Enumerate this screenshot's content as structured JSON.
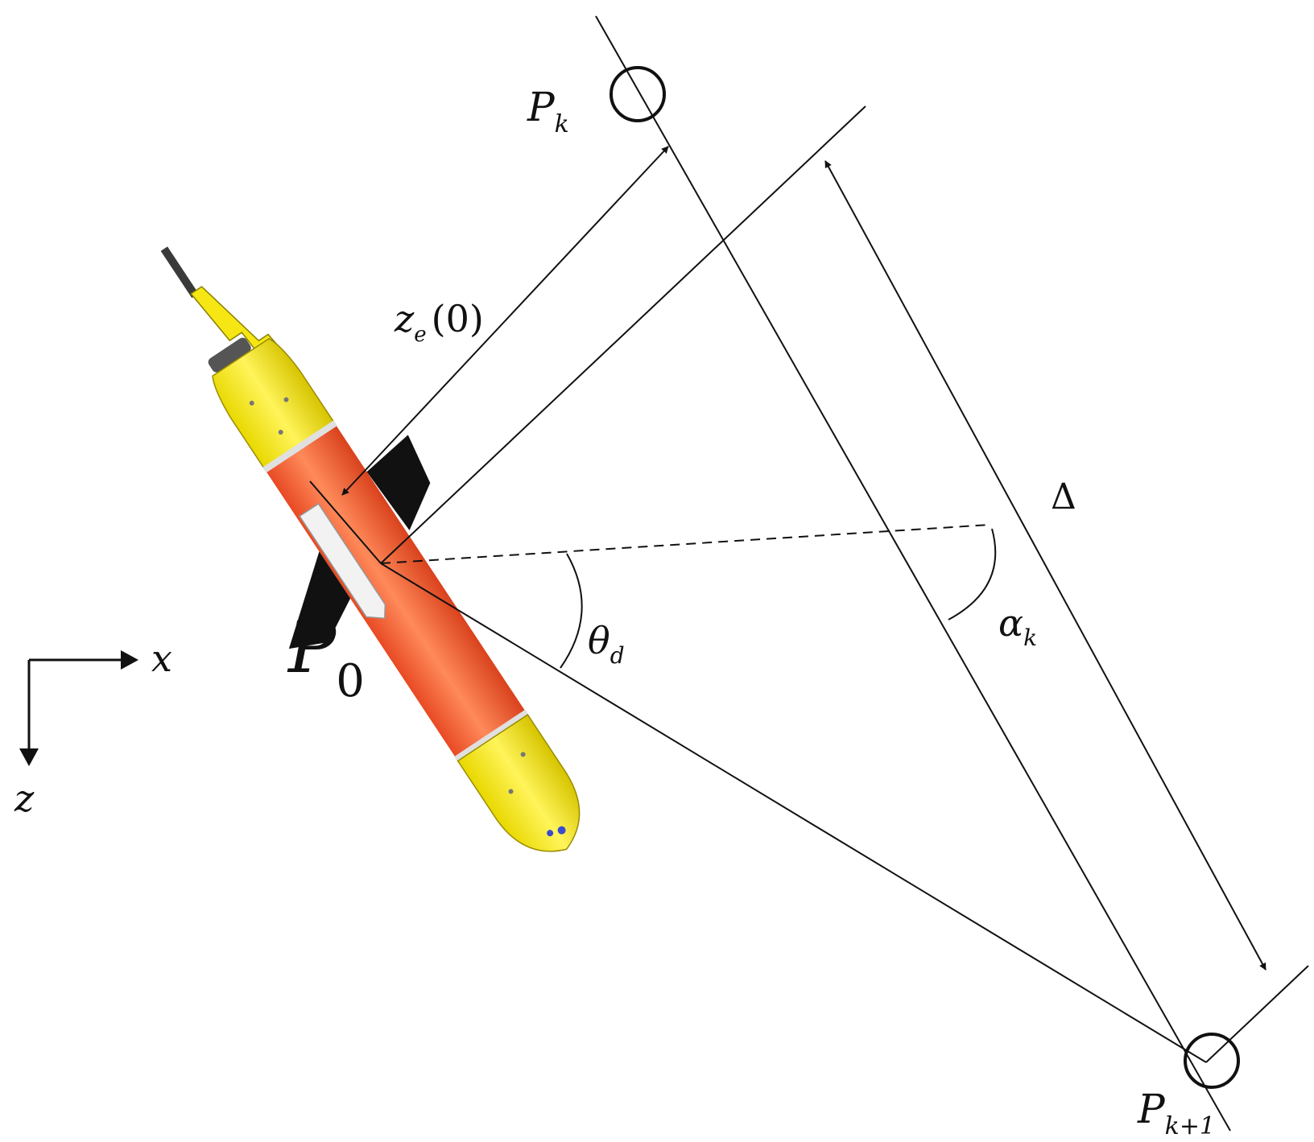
{
  "labels": {
    "p_k": {
      "main": "P",
      "sub": "k"
    },
    "p_k1": {
      "main": "P",
      "sub": "k+1"
    },
    "p_0": {
      "main": "P",
      "sub": "0"
    },
    "z_e0": {
      "main": "z",
      "sub": "e",
      "tail": "(0)"
    },
    "delta": "Δ",
    "theta_d": {
      "main": "θ",
      "sub": "d"
    },
    "alpha_k": {
      "main": "α",
      "sub": "k"
    },
    "axis_x": "x",
    "axis_z": "z"
  },
  "colors": {
    "line": "#111111",
    "glider_body": "#f0643a",
    "glider_nose_tail": "#f5e614",
    "fins": "#111111",
    "rings": "#e0e0e0"
  },
  "icons": [
    "underwater-glider-image",
    "waypoint-circle-icon"
  ]
}
